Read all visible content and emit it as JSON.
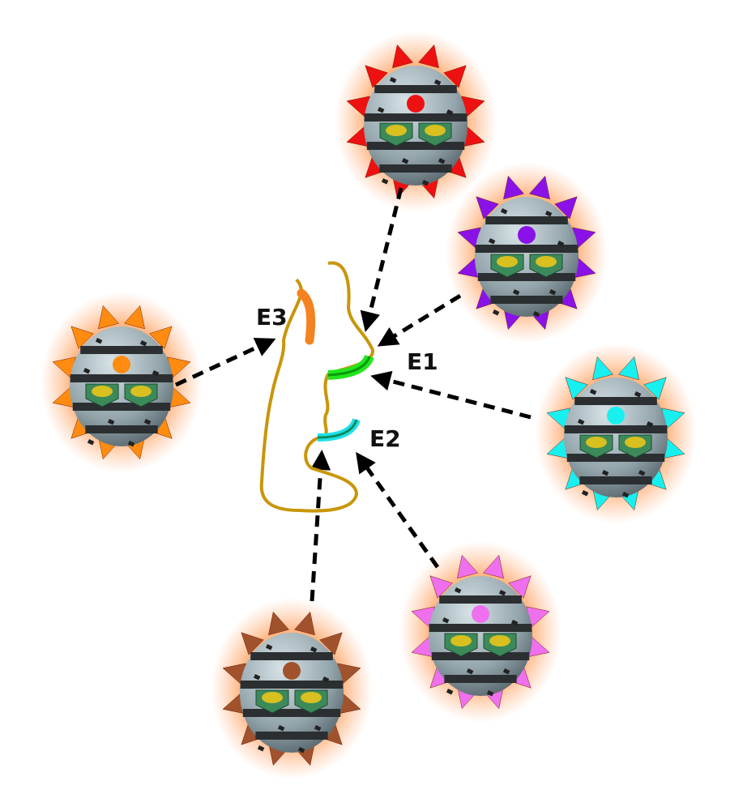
{
  "labels": {
    "e1": "E1",
    "e2": "E2",
    "e3": "E3"
  },
  "colors": {
    "outline": "#c8960a",
    "e1_highlight": "#22e61e",
    "e2_highlight": "#1fe0e8",
    "e3_highlight": "#f58220",
    "glow": "#ff9a50"
  },
  "eggs": [
    {
      "name": "red",
      "color": "#ee1111",
      "target": "E1"
    },
    {
      "name": "purple",
      "color": "#8a12e8",
      "target": "E1"
    },
    {
      "name": "cyan",
      "color": "#18f0f0",
      "target": "E1"
    },
    {
      "name": "pink",
      "color": "#ee70ee",
      "target": "E2"
    },
    {
      "name": "brown",
      "color": "#a0522d",
      "target": "E2"
    },
    {
      "name": "orange",
      "color": "#ff8c10",
      "target": "E3"
    }
  ]
}
